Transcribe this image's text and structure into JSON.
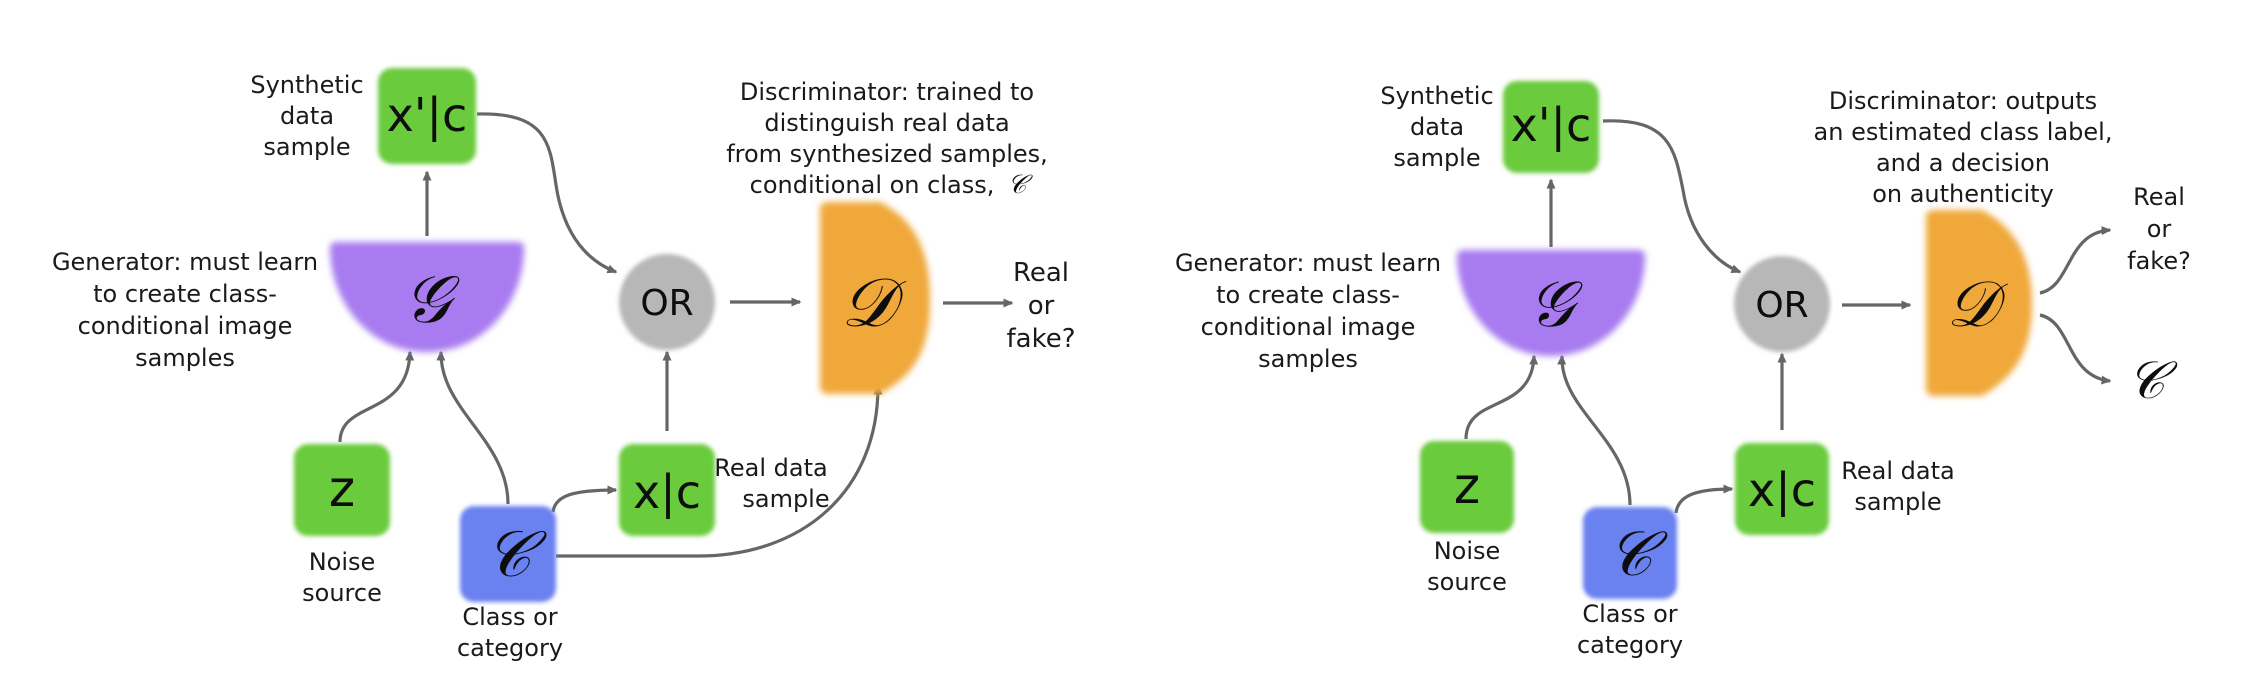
{
  "left_diagram": {
    "synthetic_label": [
      "Synthetic",
      "data",
      "sample"
    ],
    "synthetic_box": "x'|c",
    "generator_symbol": "𝒢",
    "generator_label": [
      "Generator: must learn",
      "to create class-",
      "conditional image",
      "samples"
    ],
    "noise_box": "z",
    "noise_label": [
      "Noise",
      "source"
    ],
    "class_symbol": "𝒞",
    "class_label": [
      "Class or",
      "category"
    ],
    "real_box": "x|c",
    "real_label": [
      "Real data",
      "sample"
    ],
    "or_label": "OR",
    "discriminator_symbol": "𝒟",
    "discriminator_label": [
      "Discriminator: trained to",
      "distinguish real data",
      "from synthesized samples,",
      "conditional on class,"
    ],
    "discriminator_label_symbol": "𝒞",
    "output_label": [
      "Real",
      "or",
      "fake?"
    ]
  },
  "right_diagram": {
    "synthetic_label": [
      "Synthetic",
      "data",
      "sample"
    ],
    "synthetic_box": "x'|c",
    "generator_symbol": "𝒢",
    "generator_label": [
      "Generator: must learn",
      "to create class-",
      "conditional image",
      "samples"
    ],
    "noise_box": "z",
    "noise_label": [
      "Noise",
      "source"
    ],
    "class_symbol": "𝒞",
    "class_label": [
      "Class or",
      "category"
    ],
    "real_box": "x|c",
    "real_label": [
      "Real data",
      "sample"
    ],
    "or_label": "OR",
    "discriminator_symbol": "𝒟",
    "discriminator_label": [
      "Discriminator: outputs",
      "an estimated class label,",
      "and a decision",
      "on authenticity"
    ],
    "output_label": [
      "Real",
      "or",
      "fake?"
    ],
    "class_output_symbol": "𝒞"
  },
  "colors": {
    "data_box_green": "#6acb3c",
    "generator_purple": "#a87cf0",
    "class_blue": "#6b81f0",
    "or_gray": "#b7b7b7",
    "discriminator_orange": "#f0a83a",
    "arrow_gray": "#666666"
  }
}
